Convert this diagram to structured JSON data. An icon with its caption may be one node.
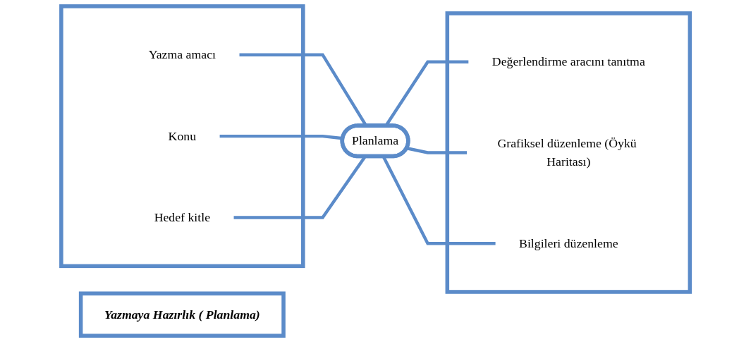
{
  "diagram": {
    "nodes": [
      {
        "text": [
          "Yazmaya Hazırlık ( Planlama)"
        ]
      },
      {
        "text": [],
        "shape": "box"
      },
      {
        "text": [
          "Yazma amacı"
        ],
        "in": 1
      },
      {
        "text": [
          "Konu"
        ],
        "in": 1
      },
      {
        "text": [
          "Hedef kitle"
        ],
        "in": 1
      },
      {
        "text": [
          "Planlama"
        ]
      },
      {
        "text": [],
        "shape": "box"
      },
      {
        "text": [
          "Değerlendirme aracını tanıtma"
        ],
        "in": 6
      },
      {
        "text": [
          "Grafiksel düzenleme (Öykü Haritası)"
        ],
        "in": 6
      },
      {
        "text": [
          "Bilgileri düzenleme"
        ],
        "in": 6
      }
    ],
    "edges": [
      {
        "from": 2,
        "to": 5,
        "arrow": "none"
      },
      {
        "from": 3,
        "to": 5,
        "arrow": "none"
      },
      {
        "from": 4,
        "to": 5,
        "arrow": "none"
      },
      {
        "from": 5,
        "to": 7,
        "arrow": "none"
      },
      {
        "from": 5,
        "to": 8,
        "arrow": "none"
      },
      {
        "from": 5,
        "to": 9,
        "arrow": "none"
      }
    ]
  }
}
